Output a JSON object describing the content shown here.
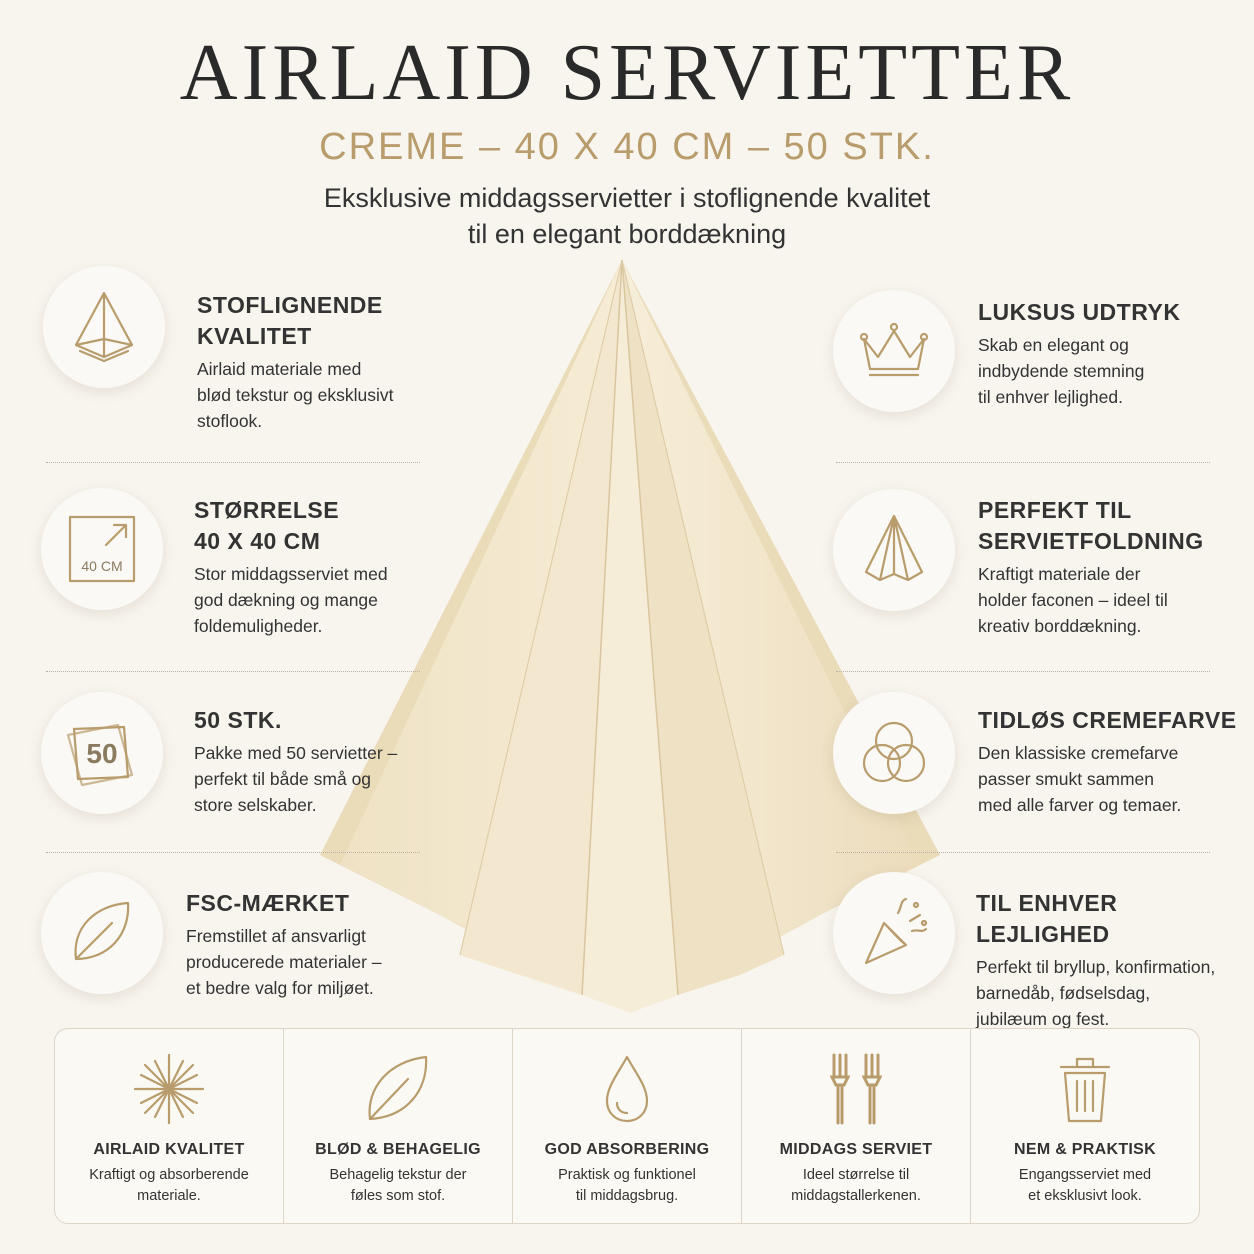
{
  "header": {
    "title": "AIRLAID SERVIETTER",
    "subtitle": "CREME – 40 X 40 CM – 50 STK.",
    "tagline_line1": "Eksklusive middagsservietter i stoflignende kvalitet",
    "tagline_line2": "til en elegant borddækning"
  },
  "colors": {
    "accent": "#b89c6c",
    "napkin": "#f2e6cc",
    "background": "#f8f5ef"
  },
  "features_left": [
    {
      "icon": "folded-napkin-icon",
      "title1": "STOFLIGNENDE",
      "title2": "KVALITET",
      "text1": "Airlaid materiale med",
      "text2": "blød tekstur og eksklusivt",
      "text3": "stoflook."
    },
    {
      "icon": "size-square-icon",
      "icon_label": "40 CM",
      "title1": "STØRRELSE",
      "title2": "40 X 40 CM",
      "text1": "Stor middagsserviet med",
      "text2": "god dækning og mange",
      "text3": "foldemuligheder."
    },
    {
      "icon": "napkin-stack-icon",
      "icon_label": "50",
      "title1": "50 STK.",
      "text1": "Pakke med 50 servietter –",
      "text2": "perfekt til både små og",
      "text3": "store selskaber."
    },
    {
      "icon": "leaf-icon",
      "title1": "FSC-MÆRKET",
      "text1": "Fremstillet af ansvarligt",
      "text2": "producerede materialer –",
      "text3": "et bedre valg for miljøet."
    }
  ],
  "features_right": [
    {
      "icon": "crown-icon",
      "title1": "LUKSUS UDTRYK",
      "text1": "Skab en elegant og",
      "text2": "indbydende stemning",
      "text3": "til enhver lejlighed."
    },
    {
      "icon": "napkin-fold-icon",
      "title1": "PERFEKT TIL",
      "title2": "SERVIETFOLDNING",
      "text1": "Kraftigt materiale der",
      "text2": "holder faconen – ideel til",
      "text3": "kreativ borddækning."
    },
    {
      "icon": "color-circles-icon",
      "title1": "TIDLØS CREMEFARVE",
      "text1": "Den klassiske cremefarve",
      "text2": "passer smukt sammen",
      "text3": "med alle farver og temaer."
    },
    {
      "icon": "party-popper-icon",
      "title1": "TIL ENHVER LEJLIGHED",
      "text1": "Perfekt til bryllup, konfirmation,",
      "text2": "barnedåb, fødselsdag,",
      "text3": "jubilæum og fest."
    }
  ],
  "bottom": [
    {
      "icon": "fiber-weave-icon",
      "title": "AIRLAID KVALITET",
      "text1": "Kraftigt og absorberende",
      "text2": "materiale."
    },
    {
      "icon": "leaf-icon",
      "title": "BLØD & BEHAGELIG",
      "text1": "Behagelig tekstur der",
      "text2": "føles som stof."
    },
    {
      "icon": "water-drop-icon",
      "title": "GOD ABSORBERING",
      "text1": "Praktisk og funktionel",
      "text2": "til middagsbrug."
    },
    {
      "icon": "fork-icon",
      "title": "MIDDAGS SERVIET",
      "text1": "Ideel størrelse til",
      "text2": "middagstallerkenen."
    },
    {
      "icon": "trash-can-icon",
      "title": "NEM & PRAKTISK",
      "text1": "Engangsserviet med",
      "text2": "et eksklusivt look."
    }
  ]
}
